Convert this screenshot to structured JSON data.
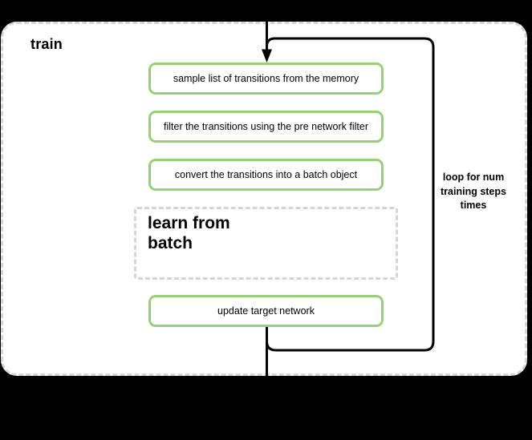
{
  "diagram": {
    "title": "train",
    "steps": [
      "sample list of transitions from the memory",
      "filter the transitions using the pre network filter",
      "convert the transitions into a batch object",
      "update target network"
    ],
    "subprocess_label": "learn from\nbatch",
    "loop_annotation": "loop for num\ntraining steps\ntimes"
  },
  "colors": {
    "background": "#000000",
    "panel": "#ffffff",
    "step_border_green": "#97d077",
    "dashed_border_gray": "#d5d5d5",
    "connector_black": "#000000"
  }
}
